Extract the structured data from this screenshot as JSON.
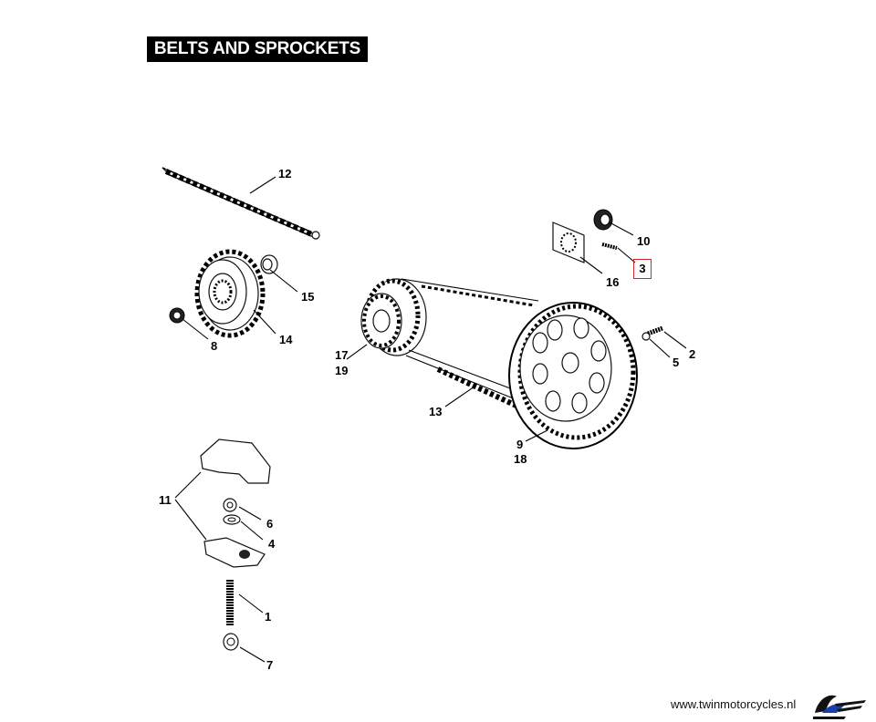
{
  "page": {
    "title": "BELTS AND SPROCKETS",
    "footer_url": "www.twinmotorcycles.nl"
  },
  "callouts": {
    "c1": "1",
    "c2": "2",
    "c3": "3",
    "c4": "4",
    "c5": "5",
    "c6": "6",
    "c7": "7",
    "c8": "8",
    "c9": "9",
    "c10": "10",
    "c11": "11",
    "c12": "12",
    "c13": "13",
    "c14": "14",
    "c15": "15",
    "c16": "16",
    "c17": "17",
    "c18": "18",
    "c19": "19"
  },
  "highlight": {
    "callout": "3",
    "color": "#cc2a2a"
  }
}
